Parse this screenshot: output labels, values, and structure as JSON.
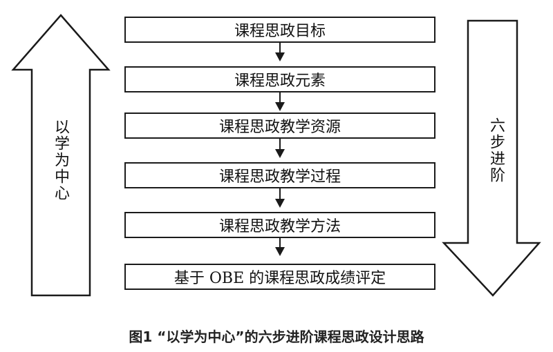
{
  "left_arrow": {
    "label": "以学为中心",
    "direction": "up"
  },
  "right_arrow": {
    "label": "六步进阶",
    "direction": "down"
  },
  "steps": [
    "课程思政目标",
    "课程思政元素",
    "课程思政教学资源",
    "课程思政教学过程",
    "课程思政教学方法",
    "基于 OBE 的课程思政成绩评定"
  ],
  "caption": "图1 “以学为中心”的六步进阶课程思政设计思路",
  "colors": {
    "line": "#1a1a1a",
    "background": "#ffffff"
  }
}
